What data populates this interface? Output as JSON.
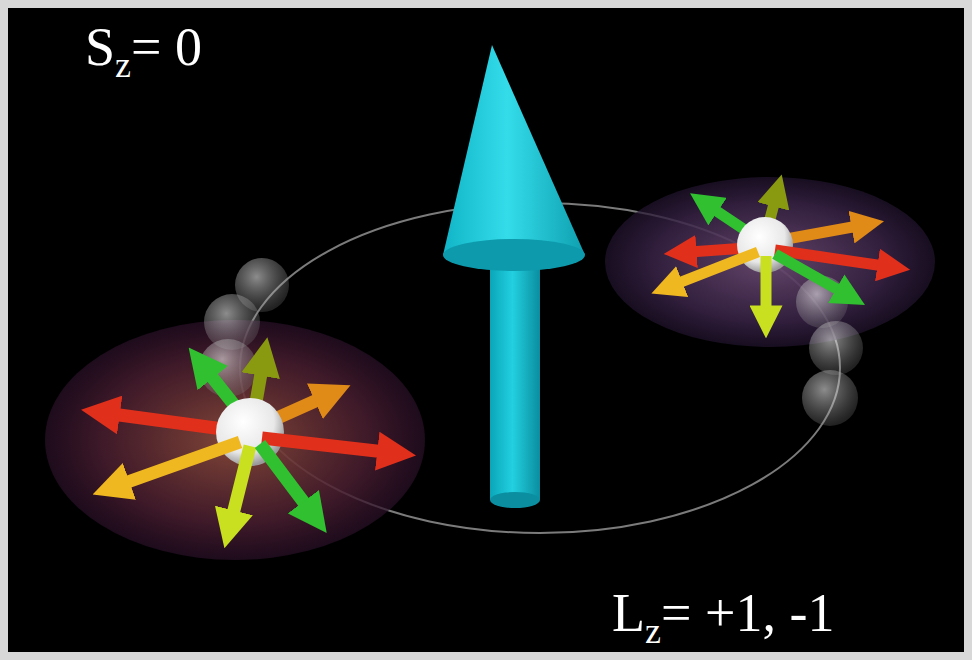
{
  "diagram": {
    "labels": [
      "S",
      "z",
      "= 0",
      "L",
      "z",
      "= +1, -1"
    ]
  }
}
